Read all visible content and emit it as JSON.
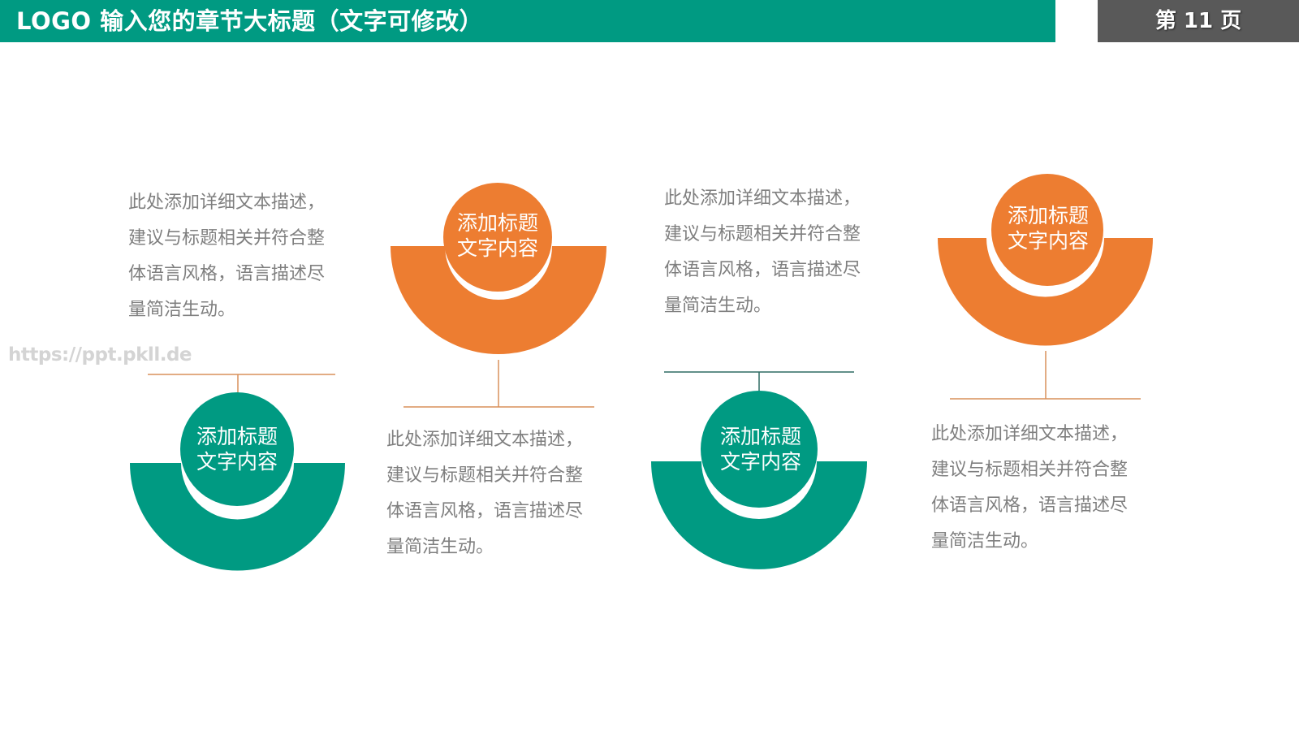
{
  "header": {
    "title": "LOGO  输入您的章节大标题（文字可修改）",
    "page_label": "第 11 页"
  },
  "watermark": "https://ppt.pkll.de",
  "colors": {
    "teal": "#009a82",
    "orange": "#ed7d31",
    "header_gray": "#595959",
    "desc_text": "#7f7f7f",
    "teal_line": "#2e6b63",
    "orange_line": "#d9905a"
  },
  "items": [
    {
      "color": "orange",
      "title_line1": "添加标题",
      "title_line2": "文字内容",
      "desc": [
        "此处添加详细文本描述，",
        "建议与标题相关并符合整",
        "体语言风格，语言描述尽",
        "量简洁生动。"
      ]
    },
    {
      "color": "teal",
      "title_line1": "添加标题",
      "title_line2": "文字内容",
      "desc": [
        "此处添加详细文本描述，",
        "建议与标题相关并符合整",
        "体语言风格，语言描述尽",
        "量简洁生动。"
      ]
    },
    {
      "color": "orange",
      "title_line1": "添加标题",
      "title_line2": "文字内容",
      "desc": [
        "此处添加详细文本描述，",
        "建议与标题相关并符合整",
        "体语言风格，语言描述尽",
        "量简洁生动。"
      ]
    },
    {
      "color": "teal",
      "title_line1": "添加标题",
      "title_line2": "文字内容",
      "desc": [
        "此处添加详细文本描述，",
        "建议与标题相关并符合整",
        "体语言风格，语言描述尽",
        "量简洁生动。"
      ]
    }
  ],
  "descriptions": {
    "top_left": [
      "此处添加详细文本描述，",
      "建议与标题相关并符合整",
      "体语言风格，语言描述尽",
      "量简洁生动。"
    ],
    "bottom_center_left": [
      "此处添加详细文本描述，",
      "建议与标题相关并符合整",
      "体语言风格，语言描述尽",
      "量简洁生动。"
    ],
    "top_center_right": [
      "此处添加详细文本描述，",
      "建议与标题相关并符合整",
      "体语言风格，语言描述尽",
      "量简洁生动。"
    ],
    "bottom_right": [
      "此处添加详细文本描述，",
      "建议与标题相关并符合整",
      "体语言风格，语言描述尽",
      "量简洁生动。"
    ]
  }
}
